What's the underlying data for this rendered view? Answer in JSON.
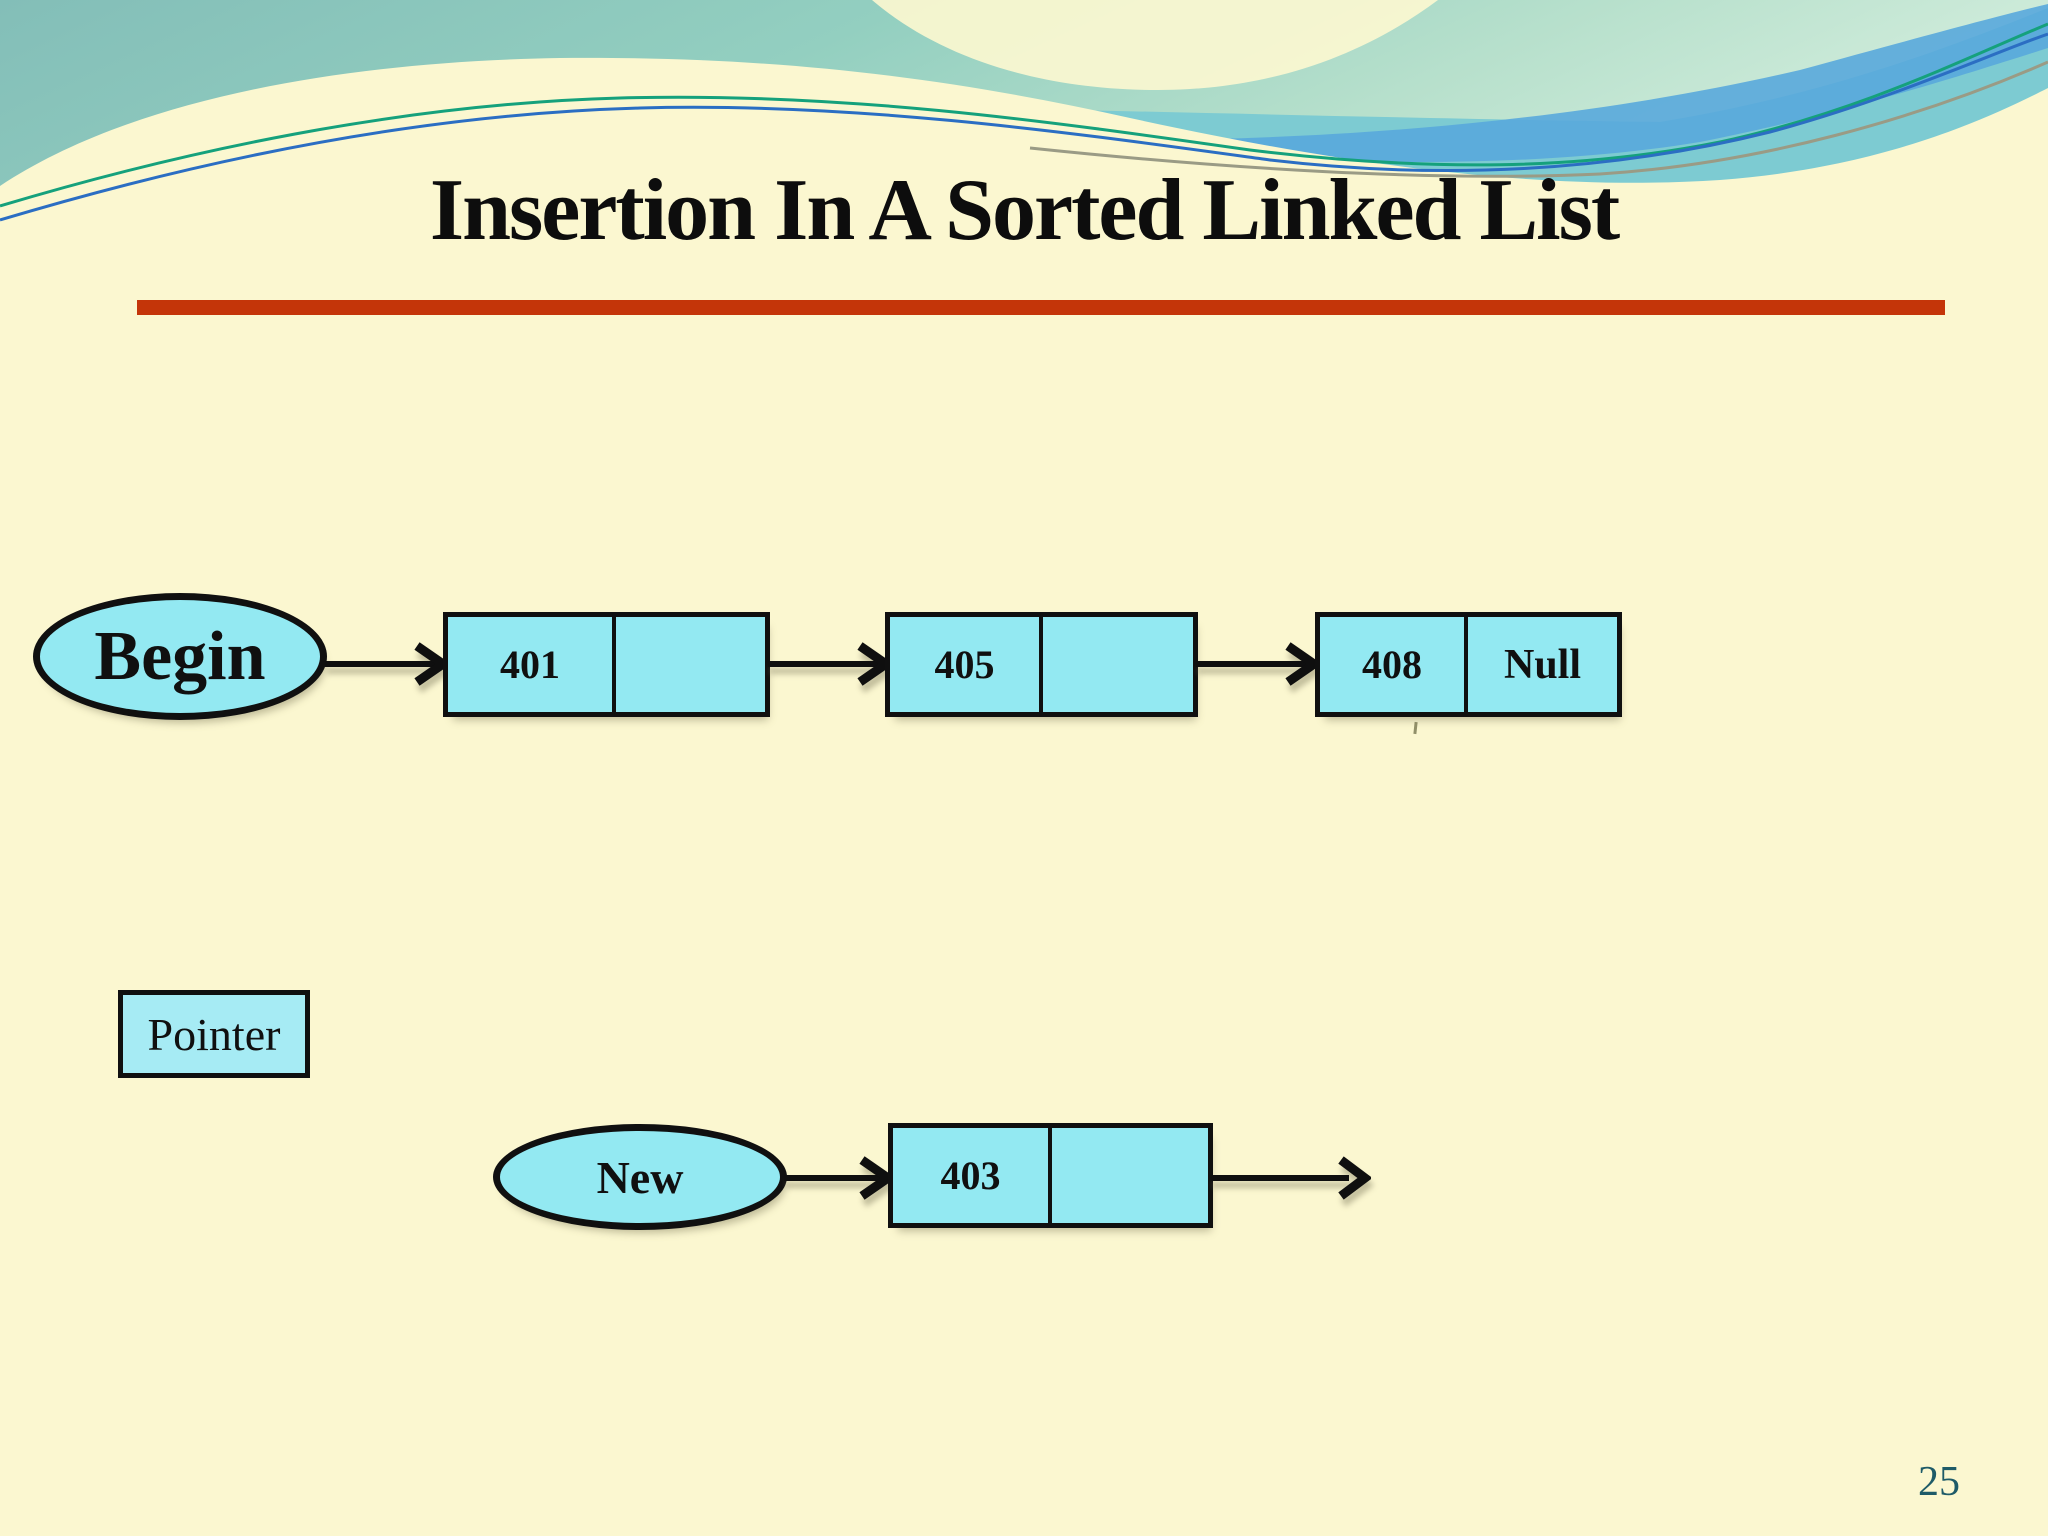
{
  "slide": {
    "title": "Insertion In A Sorted Linked List",
    "page_number": "25"
  },
  "diagram": {
    "begin_label": "Begin",
    "pointer_label": "Pointer",
    "new_label": "New",
    "list_nodes": [
      {
        "data": "401",
        "next": ""
      },
      {
        "data": "405",
        "next": ""
      },
      {
        "data": "408",
        "next": "Null"
      }
    ],
    "new_node": {
      "data": "403",
      "next": ""
    }
  },
  "colors": {
    "background_cream": "#FBF7D0",
    "title_text": "#0D0D0D",
    "title_underline_red": "#C43509",
    "node_fill_cyan": "#93E9F2",
    "pointer_box_fill": "#A6EBF4",
    "node_border_black": "#101010",
    "page_number_teal": "#1E5B68",
    "banner_teal_left": "#83BEB8",
    "banner_mint_right": "#D8F0E0",
    "banner_wave_aqua": "#7DCBD2",
    "banner_wave_blue": "#59A8DB",
    "banner_line_green": "#15A17C",
    "banner_line_blue": "#2B6EC3",
    "banner_line_gray": "#9A9B85"
  }
}
